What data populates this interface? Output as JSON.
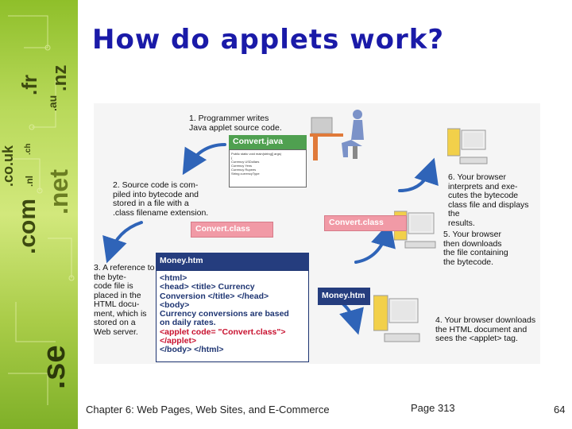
{
  "sidebar": {
    "words": [
      ".com",
      ".se",
      ".net",
      ".fr",
      ".nz",
      ".au",
      ".co.uk",
      ".nl",
      ".ch"
    ]
  },
  "title": "How do applets work?",
  "diagram": {
    "steps": {
      "s1": [
        "1. Programmer writes",
        "Java applet source code."
      ],
      "s2": [
        "2. Source code is com-",
        "piled into bytecode and",
        "stored in a file with a",
        ".class filename extension."
      ],
      "s3": [
        "3. A reference to",
        "the byte-",
        "code file is",
        "placed in the",
        "HTML docu-",
        "ment, which is",
        "stored on a",
        "Web server."
      ],
      "s4": [
        "4. Your browser downloads",
        "the HTML document and",
        "sees the <applet> tag."
      ],
      "s5": [
        "5. Your browser",
        "then downloads",
        "the file containing",
        "the bytecode."
      ],
      "s6": [
        "6. Your browser",
        "interprets and exe-",
        "cutes the bytecode",
        "class file and displays the",
        "results."
      ]
    },
    "labels": {
      "convert_java": "Convert.java",
      "convert_class_left": "Convert.class",
      "convert_class_right": "Convert.class",
      "money_htm_top": "Money.htm",
      "money_htm_right": "Money.htm"
    },
    "code_small": [
      "Public static void main(string[] args)",
      "{",
      "Currency USDollars",
      "Currency Yens",
      "Currency Rupees",
      "String currencyType"
    ],
    "html_code": {
      "l1": "<html>",
      "l2": "<head> <title> Currency",
      "l3": "Conversion </title> </head>",
      "l4": "<body>",
      "l5": "Currency conversions are based",
      "l6": "on daily rates.",
      "l7": "<applet code= \"Convert.class\">",
      "l8": "</applet>",
      "l9": "</body> </html>"
    }
  },
  "footer": {
    "chapter": "Chapter 6: Web Pages, Web Sites, and E-Commerce",
    "page": "Page 313",
    "slide_number": "64"
  },
  "colors": {
    "title": "#1a1aa8",
    "green_label": "#4fa050",
    "pink_label": "#f19aa6",
    "navy_label": "#253d7e",
    "code_red": "#c8102e"
  }
}
